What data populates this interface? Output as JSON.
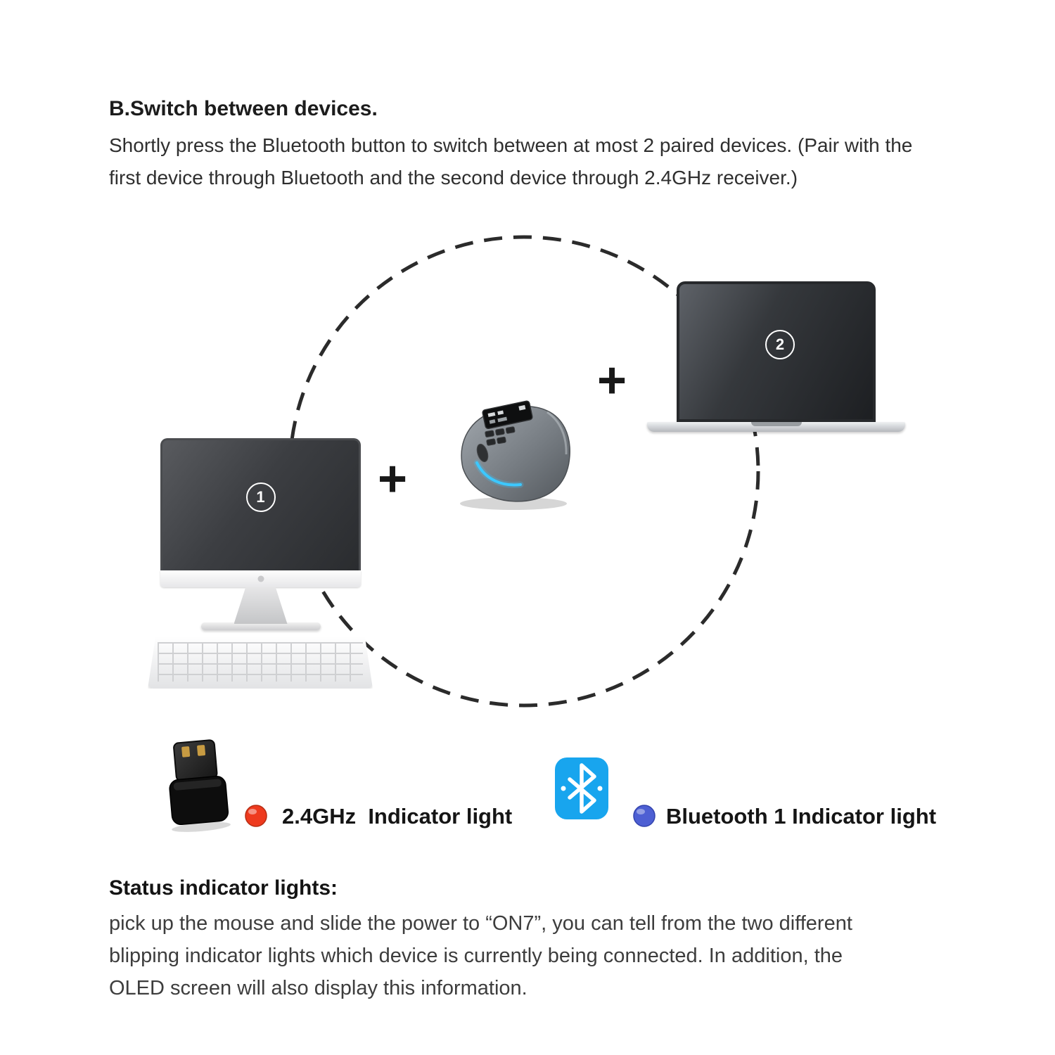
{
  "header": {
    "title": "B.Switch between devices.",
    "body_lines": [
      "Shortly press the Bluetooth button to switch between at most 2 paired devices. (Pair with the",
      "first device through Bluetooth and the second device through 2.4GHz receiver.)"
    ]
  },
  "diagram": {
    "device1_number": "1",
    "device2_number": "2",
    "plus": "+"
  },
  "legend": {
    "rf": {
      "label": "2.4GHz  Indicator light",
      "dot_color": "#ee3a1e"
    },
    "bt": {
      "label": "Bluetooth 1 Indicator light",
      "dot_color": "#4d5fd3",
      "icon_color": "#18a5ee"
    }
  },
  "footer": {
    "title": "Status indicator lights:",
    "body_lines": [
      "pick up the mouse and slide the power to “ON7”, you can tell from the two different",
      "blipping indicator lights which device is currently being connected. In addition, the",
      "OLED screen will also display this information."
    ]
  }
}
